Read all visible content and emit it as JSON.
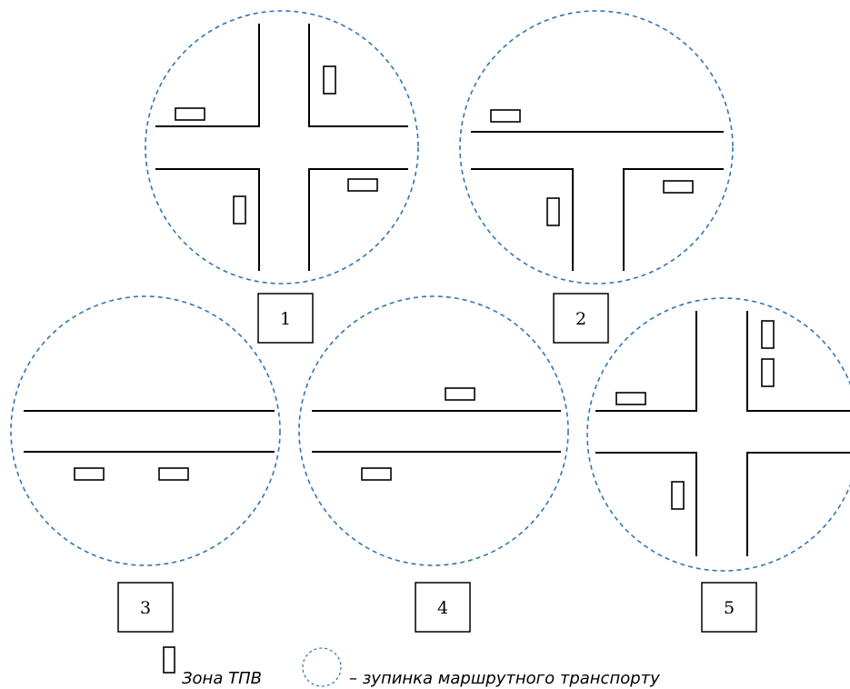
{
  "diagram": {
    "scenes": [
      {
        "number": "1"
      },
      {
        "number": "2"
      },
      {
        "number": "3"
      },
      {
        "number": "4"
      },
      {
        "number": "5"
      }
    ],
    "legend": {
      "zone_label": "Зона ТПВ",
      "stop_label": "– зупинка маршрутного транспорту"
    },
    "colors": {
      "stop_circle": "#2e75b6",
      "lines": "#000000"
    }
  }
}
